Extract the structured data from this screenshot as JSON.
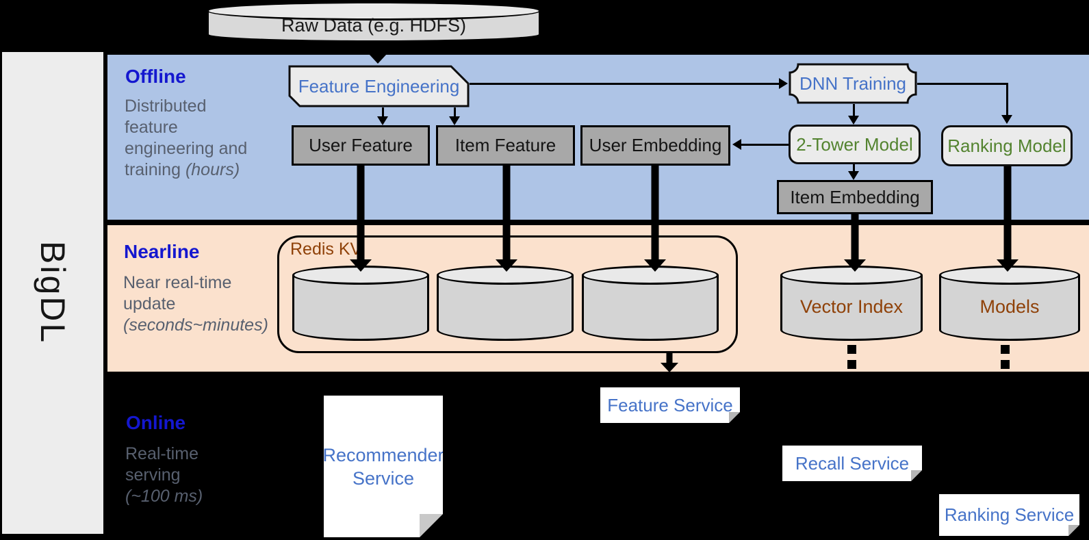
{
  "sidebar": {
    "brand": "BigDL"
  },
  "top": {
    "raw_data": "Raw Data (e.g. HDFS)"
  },
  "offline": {
    "title": "Offline",
    "description": "Distributed feature engineering and training",
    "description_note": "(hours)",
    "nodes": {
      "feature_engineering": "Feature Engineering",
      "dnn_training": "DNN Training",
      "user_feature": "User Feature",
      "item_feature": "Item Feature",
      "user_embedding": "User Embedding",
      "two_tower_model": "2-Tower Model",
      "ranking_model": "Ranking Model",
      "item_embedding": "Item Embedding"
    }
  },
  "nearline": {
    "title": "Nearline",
    "description": "Near real-time update",
    "description_note": "(seconds~minutes)",
    "nodes": {
      "redis_kv": "Redis KV",
      "vector_index": "Vector Index",
      "models": "Models"
    }
  },
  "online": {
    "title": "Online",
    "description": "Real-time serving",
    "description_note": "(~100 ms)",
    "nodes": {
      "recommender_service": "Recommender Service",
      "feature_service": "Feature Service",
      "recall_service": "Recall Service",
      "ranking_service": "Ranking Service"
    }
  },
  "edges": [
    {
      "from": "Raw Data (e.g. HDFS)",
      "to": "Feature Engineering"
    },
    {
      "from": "Feature Engineering",
      "to": "User Feature"
    },
    {
      "from": "Feature Engineering",
      "to": "Item Feature"
    },
    {
      "from": "Feature Engineering",
      "to": "DNN Training"
    },
    {
      "from": "DNN Training",
      "to": "2-Tower Model"
    },
    {
      "from": "DNN Training",
      "to": "Ranking Model"
    },
    {
      "from": "2-Tower Model",
      "to": "User Embedding"
    },
    {
      "from": "2-Tower Model",
      "to": "Item Embedding"
    },
    {
      "from": "User Feature",
      "to": "Redis KV"
    },
    {
      "from": "Item Feature",
      "to": "Redis KV"
    },
    {
      "from": "User Embedding",
      "to": "Redis KV"
    },
    {
      "from": "Item Embedding",
      "to": "Vector Index"
    },
    {
      "from": "Ranking Model",
      "to": "Models"
    },
    {
      "from": "Redis KV",
      "to": "Feature Service"
    }
  ],
  "dotted_stubs": [
    "Vector Index",
    "Models"
  ],
  "colors": {
    "background": "#000000",
    "offline_band": "#aec4e6",
    "nearline_band": "#fbe1cd",
    "sidebar_bg": "#ededed",
    "section_title_blue": "#1417cf",
    "muted_text_gray": "#58606f",
    "node_text_blue": "#4673c8",
    "node_text_green": "#53832f",
    "node_text_brown": "#8f4108",
    "dark_box_fill": "#a8a8a8",
    "light_box_fill": "#ebebeb",
    "cylinder_fill": "#d4d4d4",
    "service_note_fill": "#ffffff"
  }
}
